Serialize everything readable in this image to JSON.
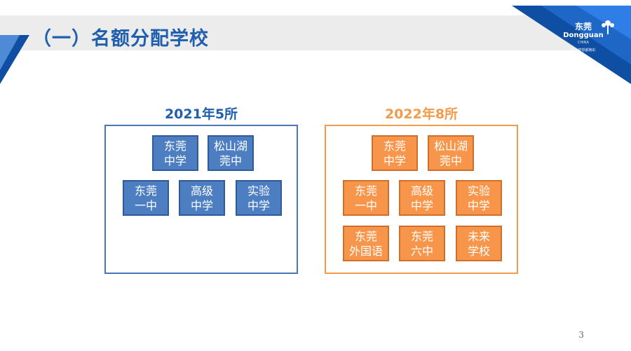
{
  "header": {
    "title": "（一）名额分配学校",
    "logo_name": "东莞",
    "logo_en": "Dongguan",
    "logo_sub": "CHINA",
    "logo_slogan": "每个梦想都精彩"
  },
  "panels": [
    {
      "heading": "2021年5所",
      "schools": [
        "东莞\n中学",
        "松山湖\n莞中",
        "东莞\n一中",
        "高级\n中学",
        "实验\n中学"
      ]
    },
    {
      "heading": "2022年8所",
      "schools": [
        "东莞\n中学",
        "松山湖\n莞中",
        "东莞\n一中",
        "高级\n中学",
        "实验\n中学",
        "东莞\n外国语",
        "东莞\n六中",
        "未来\n学校"
      ]
    }
  ],
  "colors": {
    "blue": "#4d7ec1",
    "orange": "#f7964a",
    "title": "#1f5fae"
  },
  "page_number": "3"
}
